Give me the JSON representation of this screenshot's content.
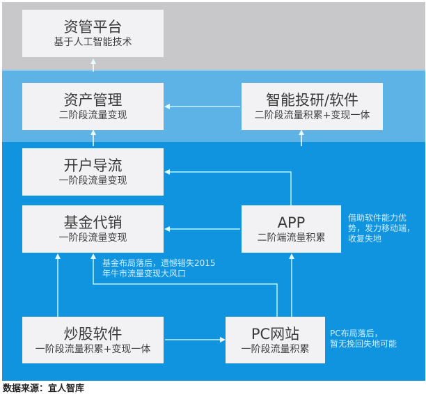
{
  "diagram": {
    "bands": [
      {
        "name": "top",
        "color": "#c8c7ca"
      },
      {
        "name": "middle",
        "color": "#5db2e6"
      },
      {
        "name": "bottom",
        "color": "#1194df"
      }
    ],
    "nodes": {
      "asset_platform": {
        "title": "资管平台",
        "subtitle": "基于人工智能技术"
      },
      "asset_management": {
        "title": "资产管理",
        "subtitle": "二阶段流量变现"
      },
      "smart_research": {
        "title": "智能投研/软件",
        "subtitle": "二阶段流量积累+变现一体"
      },
      "account_opening": {
        "title": "开户导流",
        "subtitle": "一阶段流量变现"
      },
      "fund_sales": {
        "title": "基金代销",
        "subtitle": "一阶段流量变现"
      },
      "app": {
        "title": "APP",
        "subtitle": "二阶端流量积累"
      },
      "trading_software": {
        "title": "炒股软件",
        "subtitle": "一阶段流量积累+变现一体"
      },
      "pc_website": {
        "title": "PC网站",
        "subtitle": "一阶段流量积累"
      }
    },
    "notes": {
      "fund_note": [
        "基金布局落后，遗憾错失2015",
        "年牛市流量变现大风口"
      ],
      "app_note": [
        "借助软件能力优",
        "势，发力移动端，",
        "收复失地"
      ],
      "pc_note": [
        "PC布局落后，",
        "暂无挽回失地可能"
      ]
    },
    "line_color": "#bff3f7",
    "source": "数据来源：宜人智库"
  }
}
